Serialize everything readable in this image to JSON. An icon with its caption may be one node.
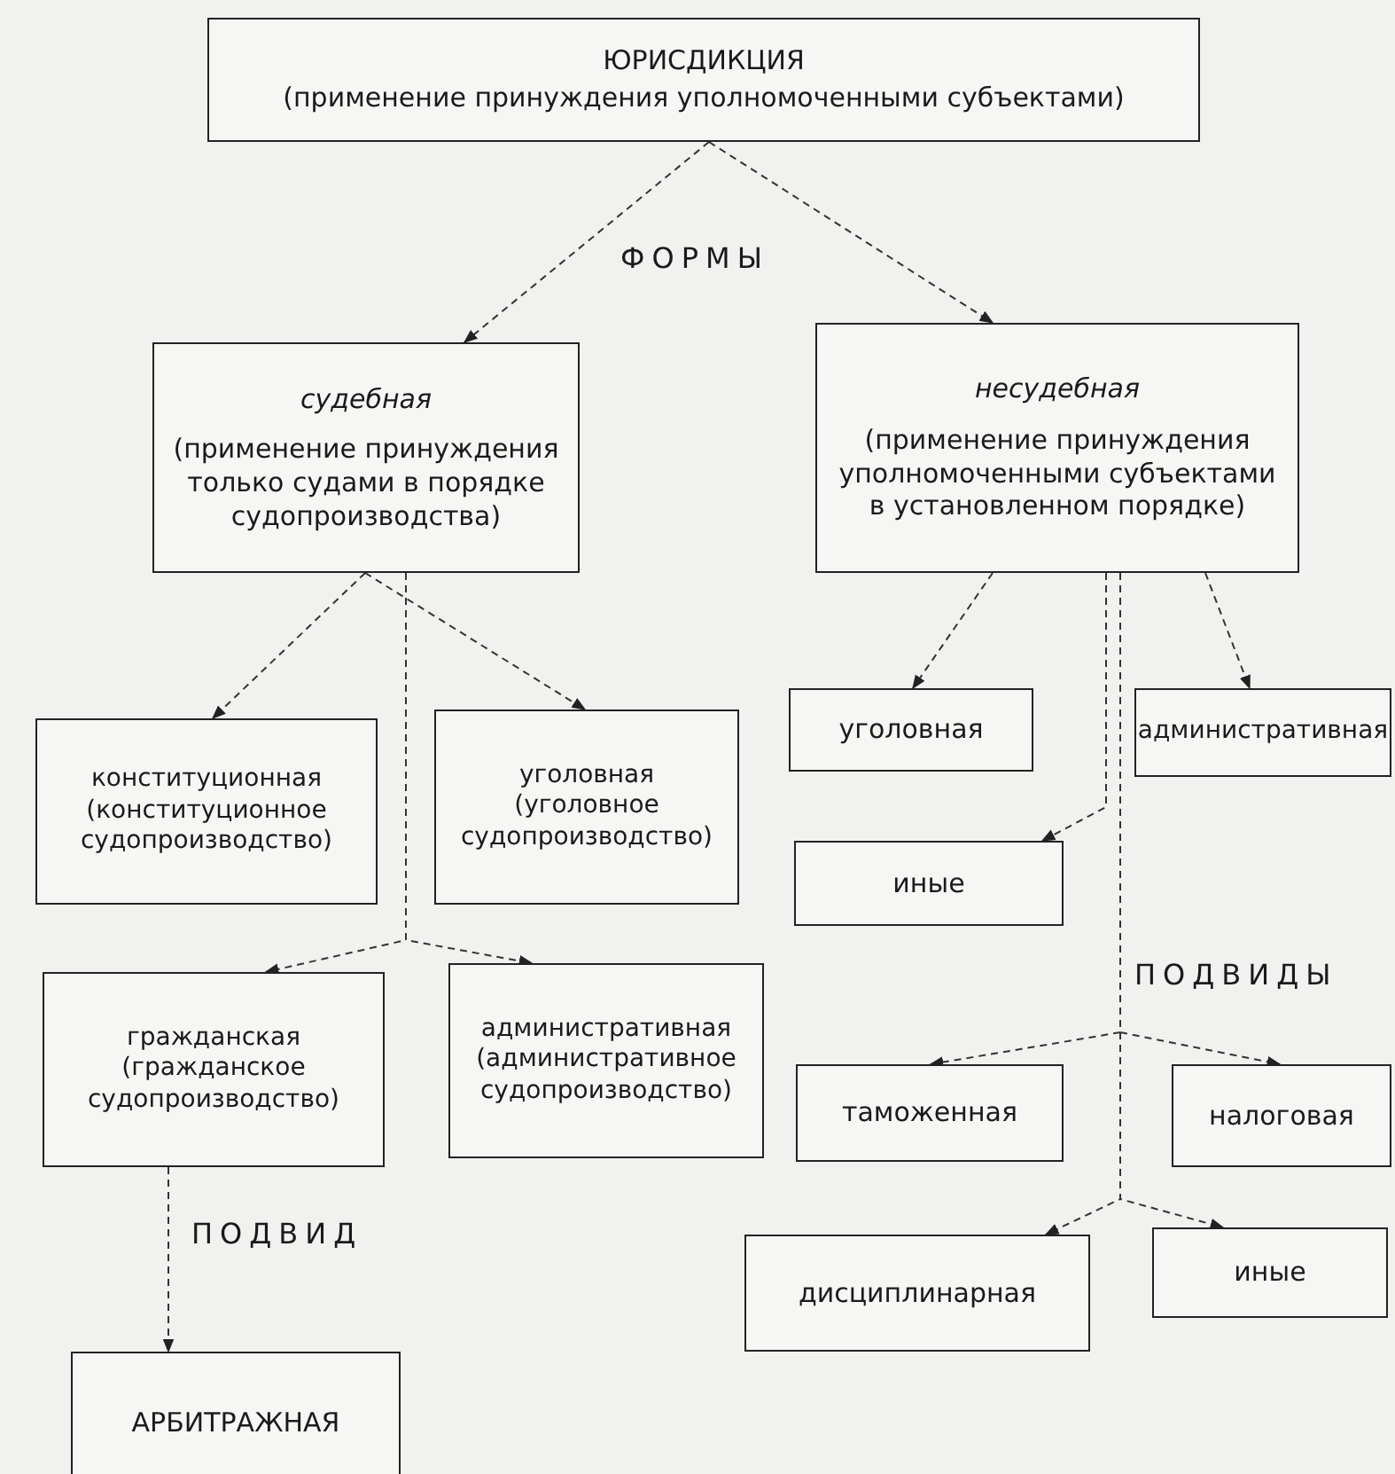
{
  "diagram": {
    "nodes": [
      {
        "text": [
          "ЮРИСДИКЦИЯ",
          "(применение принуждения уполномоченными субъектами)"
        ]
      },
      {
        "text": [
          "судебная",
          "(применение принуждения только судами в порядке судопроизводства)"
        ]
      },
      {
        "text": [
          "несудебная",
          "(применение принуждения уполномоченными субъектами в установленном порядке)"
        ]
      },
      {
        "text": [
          "конституционная",
          "(конституционное судопроизводство)"
        ]
      },
      {
        "text": [
          "уголовная",
          "(уголовное судопроизводство)"
        ]
      },
      {
        "text": [
          "уголовная"
        ]
      },
      {
        "text": [
          "административная"
        ]
      },
      {
        "text": [
          "иные"
        ]
      },
      {
        "text": [
          "гражданская",
          "(гражданское судопроизводство)"
        ]
      },
      {
        "text": [
          "административная",
          "(административное судопроизводство)"
        ]
      },
      {
        "text": [
          "таможенная"
        ]
      },
      {
        "text": [
          "налоговая"
        ]
      },
      {
        "text": [
          "дисциплинарная"
        ]
      },
      {
        "text": [
          "иные"
        ]
      },
      {
        "text": [
          "АРБИТРАЖНАЯ"
        ]
      }
    ],
    "edges": [
      {
        "from": 0,
        "to": 1,
        "arrow": "to",
        "style": "dashed"
      },
      {
        "from": 0,
        "to": 2,
        "arrow": "to",
        "style": "dashed"
      },
      {
        "from": 1,
        "to": 3,
        "arrow": "to",
        "style": "dashed"
      },
      {
        "from": 1,
        "to": 4,
        "arrow": "to",
        "style": "dashed"
      },
      {
        "from": 1,
        "to": 8,
        "arrow": "to",
        "style": "dashed"
      },
      {
        "from": 1,
        "to": 9,
        "arrow": "to",
        "style": "dashed"
      },
      {
        "from": 2,
        "to": 5,
        "arrow": "to",
        "style": "dashed"
      },
      {
        "from": 2,
        "to": 6,
        "arrow": "to",
        "style": "dashed"
      },
      {
        "from": 2,
        "to": 7,
        "arrow": "to",
        "style": "dashed"
      },
      {
        "from": 2,
        "to": 10,
        "arrow": "to",
        "style": "dashed"
      },
      {
        "from": 2,
        "to": 11,
        "arrow": "to",
        "style": "dashed"
      },
      {
        "from": 2,
        "to": 12,
        "arrow": "to",
        "style": "dashed"
      },
      {
        "from": 2,
        "to": 13,
        "arrow": "to",
        "style": "dashed"
      },
      {
        "from": 8,
        "to": 14,
        "arrow": "to",
        "style": "dashed"
      }
    ],
    "labels": [
      "ФОРМЫ",
      "ПОДВИДЫ",
      "ПОДВИД"
    ]
  }
}
